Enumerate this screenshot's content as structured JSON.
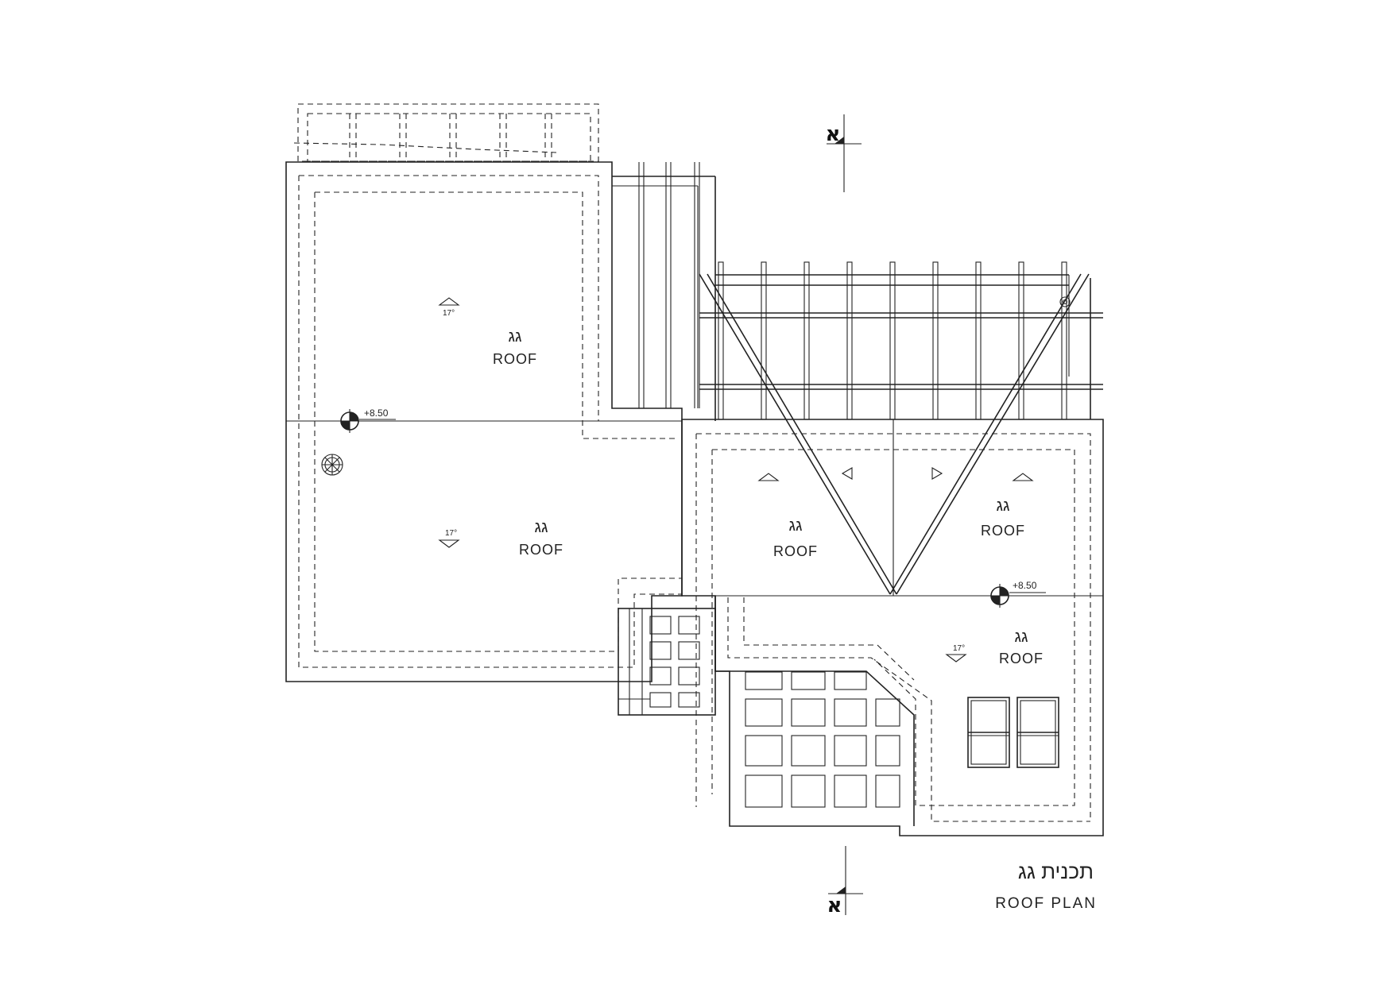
{
  "drawing": {
    "title_he": "תכנית גג",
    "title_en": "ROOF PLAN",
    "section_mark": "א",
    "roof_label_he": "גג",
    "roof_label_en": "ROOF",
    "slope_label": "17°",
    "elevation_label": "+8.50"
  },
  "roofs": [
    {
      "label_he": "גג",
      "label_en": "ROOF",
      "slope": "17°"
    },
    {
      "label_he": "גג",
      "label_en": "ROOF",
      "slope": "17°"
    },
    {
      "label_he": "גג",
      "label_en": "ROOF"
    },
    {
      "label_he": "גג",
      "label_en": "ROOF"
    },
    {
      "label_he": "גג",
      "label_en": "ROOF",
      "slope": "17°"
    }
  ],
  "elevations": [
    "+8.50",
    "+8.50"
  ],
  "section_marks": [
    "א",
    "א"
  ]
}
